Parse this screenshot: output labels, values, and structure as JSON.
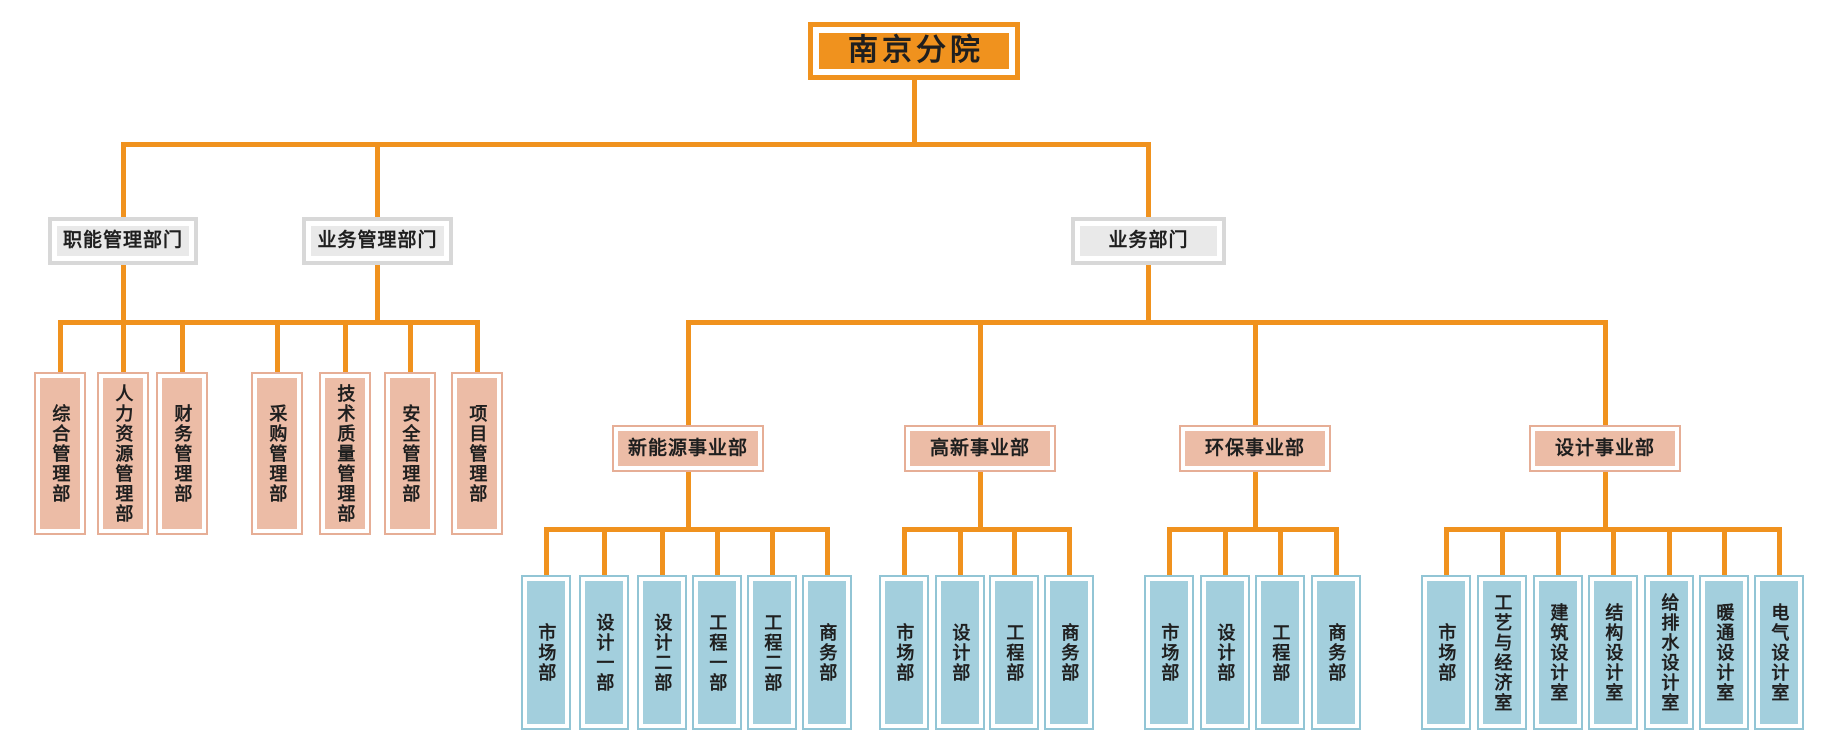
{
  "org": {
    "root": {
      "label": "南京分院"
    },
    "level1": [
      {
        "label": "职能管理部门"
      },
      {
        "label": "业务管理部门"
      },
      {
        "label": "业务部门"
      }
    ],
    "functional_departments": [
      {
        "label": "综合管理部"
      },
      {
        "label": "人力资源管理部"
      },
      {
        "label": "财务管理部"
      },
      {
        "label": "采购管理部"
      },
      {
        "label": "技术质量管理部"
      },
      {
        "label": "安全管理部"
      },
      {
        "label": "项目管理部"
      }
    ],
    "business_units": [
      {
        "label": "新能源事业部",
        "children": [
          {
            "label": "市场部"
          },
          {
            "label": "设计一部"
          },
          {
            "label": "设计二部"
          },
          {
            "label": "工程一部"
          },
          {
            "label": "工程二部"
          },
          {
            "label": "商务部"
          }
        ]
      },
      {
        "label": "高新事业部",
        "children": [
          {
            "label": "市场部"
          },
          {
            "label": "设计部"
          },
          {
            "label": "工程部"
          },
          {
            "label": "商务部"
          }
        ]
      },
      {
        "label": "环保事业部",
        "children": [
          {
            "label": "市场部"
          },
          {
            "label": "设计部"
          },
          {
            "label": "工程部"
          },
          {
            "label": "商务部"
          }
        ]
      },
      {
        "label": "设计事业部",
        "children": [
          {
            "label": "市场部"
          },
          {
            "label": "工艺与经济室"
          },
          {
            "label": "建筑设计室"
          },
          {
            "label": "结构设计室"
          },
          {
            "label": "给排水设计室"
          },
          {
            "label": "暖通设计室"
          },
          {
            "label": "电气设计室"
          }
        ]
      }
    ]
  },
  "colors": {
    "connector": "#F0921E",
    "root_fill": "#F0921E",
    "level1_fill": "#E9E9E9",
    "level1_border": "#D8D8D8",
    "department_fill": "#ECBCA6",
    "department_border": "#E6AE96",
    "office_fill": "#A3CFDD",
    "office_border": "#92C5D5",
    "text": "#1F1F1F"
  }
}
